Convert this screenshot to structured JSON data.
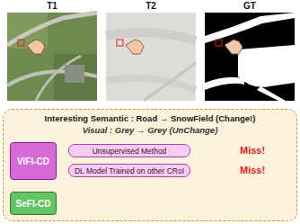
{
  "diagram": {
    "nodes": [
      {
        "text": [
          "Interesting Semantic : Road → SnowField (Change!)",
          "Visual : Grey → Grey (UnChange)"
        ]
      },
      {
        "text": [
          "ViFI-CD"
        ],
        "in": 0
      },
      {
        "text": [
          "Unsupervised Method"
        ],
        "in": 0
      },
      {
        "text": [
          "DL Model Trained on other CRoI"
        ],
        "in": 0
      },
      {
        "text": [
          "SeFI-CD"
        ],
        "in": 0
      }
    ],
    "edges": [
      {
        "from": 1,
        "to": 2,
        "arrow": "none"
      },
      {
        "from": 1,
        "to": 3,
        "arrow": "none"
      }
    ],
    "labels": [
      "T1",
      "T2",
      "GT",
      "Miss!",
      "Miss!"
    ]
  }
}
